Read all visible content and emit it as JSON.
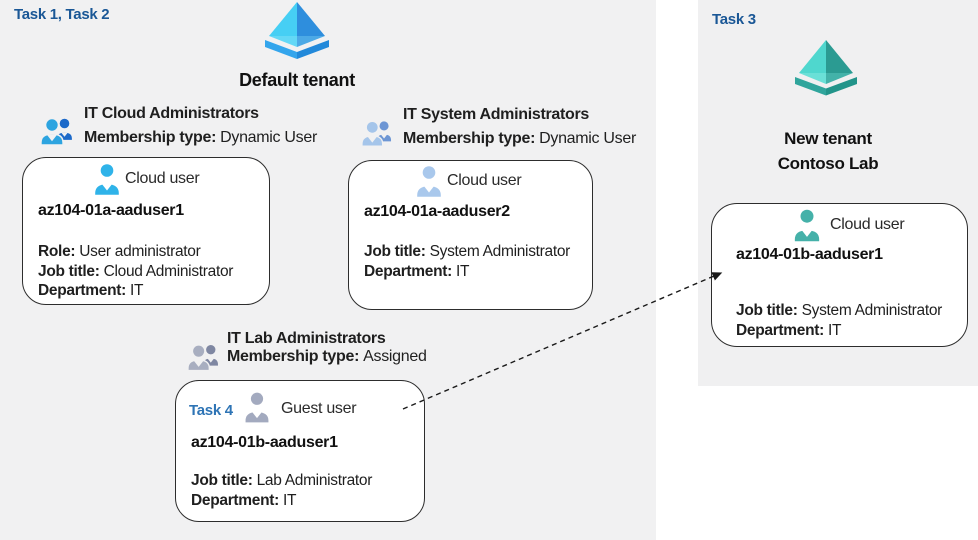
{
  "colors": {
    "background_main": "#f1f1f2",
    "background_panel": "#f0f0f1",
    "task_blue": "#1a5796",
    "task4_blue": "#2e74b5",
    "azure_ad_blue_light": "#46cff4",
    "azure_ad_blue_dark": "#2e8edd",
    "azure_ad_teal_light": "#4fd7ce",
    "azure_ad_teal_dark": "#2b9b92",
    "cloud_user_blue": "#2fb3e9",
    "cloud_user_steel": "#a9c8ec",
    "guest_user_gray": "#a3aabf",
    "cloud_user_teal": "#45b1a9"
  },
  "left": {
    "task_label": "Task 1, Task 2",
    "tenant_name": "Default tenant",
    "tenant_icon": "azure-ad-tenant-icon-blue"
  },
  "groups": [
    {
      "icon": "group-users-icon-blue",
      "title": "IT Cloud Administrators",
      "membership_label": "Membership type:",
      "membership_value": "Dynamic User"
    },
    {
      "icon": "group-users-icon-steel",
      "title": "IT System Administrators",
      "membership_label": "Membership type:",
      "membership_value": "Dynamic User"
    },
    {
      "icon": "group-users-icon-gray",
      "title": "IT Lab Administrators",
      "membership_label": "Membership type:",
      "membership_value": "Assigned"
    }
  ],
  "cards": [
    {
      "icon": "cloud-user-icon-blue",
      "user_type": "Cloud user",
      "name": "az104-01a-aaduser1",
      "fields": [
        {
          "label": "Role:",
          "value": "User administrator"
        },
        {
          "label": "Job title:",
          "value": "Cloud Administrator"
        },
        {
          "label": "Department:",
          "value": "IT"
        }
      ]
    },
    {
      "icon": "cloud-user-icon-steel",
      "user_type": "Cloud user",
      "name": "az104-01a-aaduser2",
      "fields": [
        {
          "label": "Job title:",
          "value": "System Administrator"
        },
        {
          "label": "Department:",
          "value": "IT"
        }
      ]
    },
    {
      "task_label": "Task 4",
      "icon": "guest-user-icon-gray",
      "user_type": "Guest user",
      "name": "az104-01b-aaduser1",
      "fields": [
        {
          "label": "Job title:",
          "value": "Lab Administrator"
        },
        {
          "label": "Department:",
          "value": "IT"
        }
      ]
    }
  ],
  "panel": {
    "task_label": "Task 3",
    "tenant_icon": "azure-ad-tenant-icon-teal",
    "tenant_line1": "New tenant",
    "tenant_line2": "Contoso Lab",
    "card": {
      "icon": "cloud-user-icon-teal",
      "user_type": "Cloud user",
      "name": "az104-01b-aaduser1",
      "fields": [
        {
          "label": "Job title:",
          "value": "System Administrator"
        },
        {
          "label": "Department:",
          "value": "IT"
        }
      ]
    }
  }
}
